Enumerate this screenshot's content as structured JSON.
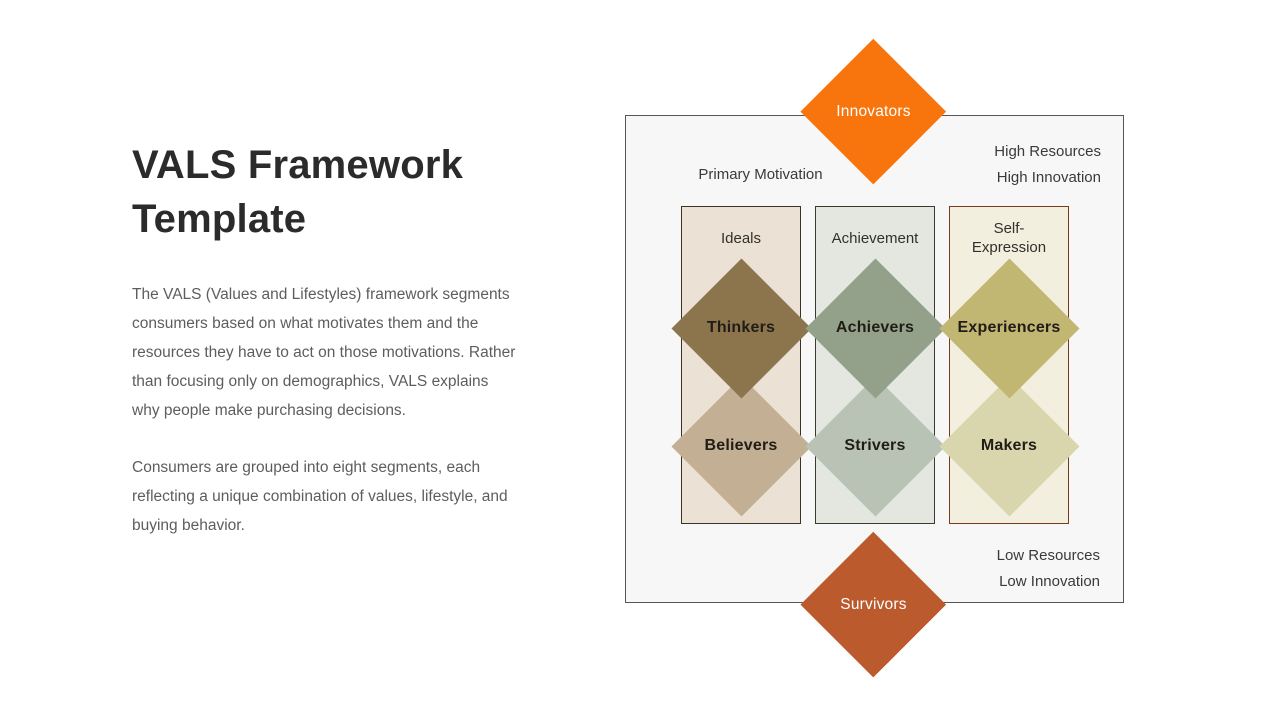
{
  "left": {
    "title": "VALS Framework Template",
    "paragraph1": "The VALS (Values and Lifestyles) framework segments consumers based on what motivates them and the resources they have to act on those motivations. Rather than focusing only on demographics, VALS explains why people make purchasing decisions.",
    "paragraph2": "Consumers are grouped into eight segments, each reflecting a unique combination of values, lifestyle, and buying behavior."
  },
  "diagram": {
    "frame": {
      "bg": "#f7f7f7",
      "border": "#565656"
    },
    "axis_labels": {
      "primary_motivation": "Primary Motivation",
      "high_resources": "High Resources",
      "high_innovation": "High Innovation",
      "low_resources": "Low Resources",
      "low_innovation": "Low Innovation"
    },
    "top_diamond": {
      "label": "Innovators",
      "color": "#f8750e"
    },
    "bottom_diamond": {
      "label": "Survivors",
      "color": "#ba5a2d"
    },
    "columns": [
      {
        "header": "Ideals",
        "bg": "#ebe2d5",
        "border": "#3d3126",
        "upper": {
          "label": "Thinkers",
          "color": "#8c744d"
        },
        "lower": {
          "label": "Believers",
          "color": "#c3af94"
        }
      },
      {
        "header": "Achievement",
        "bg": "#e3e7df",
        "border": "#363d2f",
        "upper": {
          "label": "Achievers",
          "color": "#93a18a"
        },
        "lower": {
          "label": "Strivers",
          "color": "#b9c3b5"
        }
      },
      {
        "header": "Self-Expression",
        "bg": "#f2efdf",
        "border": "#7a3a1d",
        "upper": {
          "label": "Experiencers",
          "color": "#c2b673"
        },
        "lower": {
          "label": "Makers",
          "color": "#d9d6ae"
        }
      }
    ]
  }
}
